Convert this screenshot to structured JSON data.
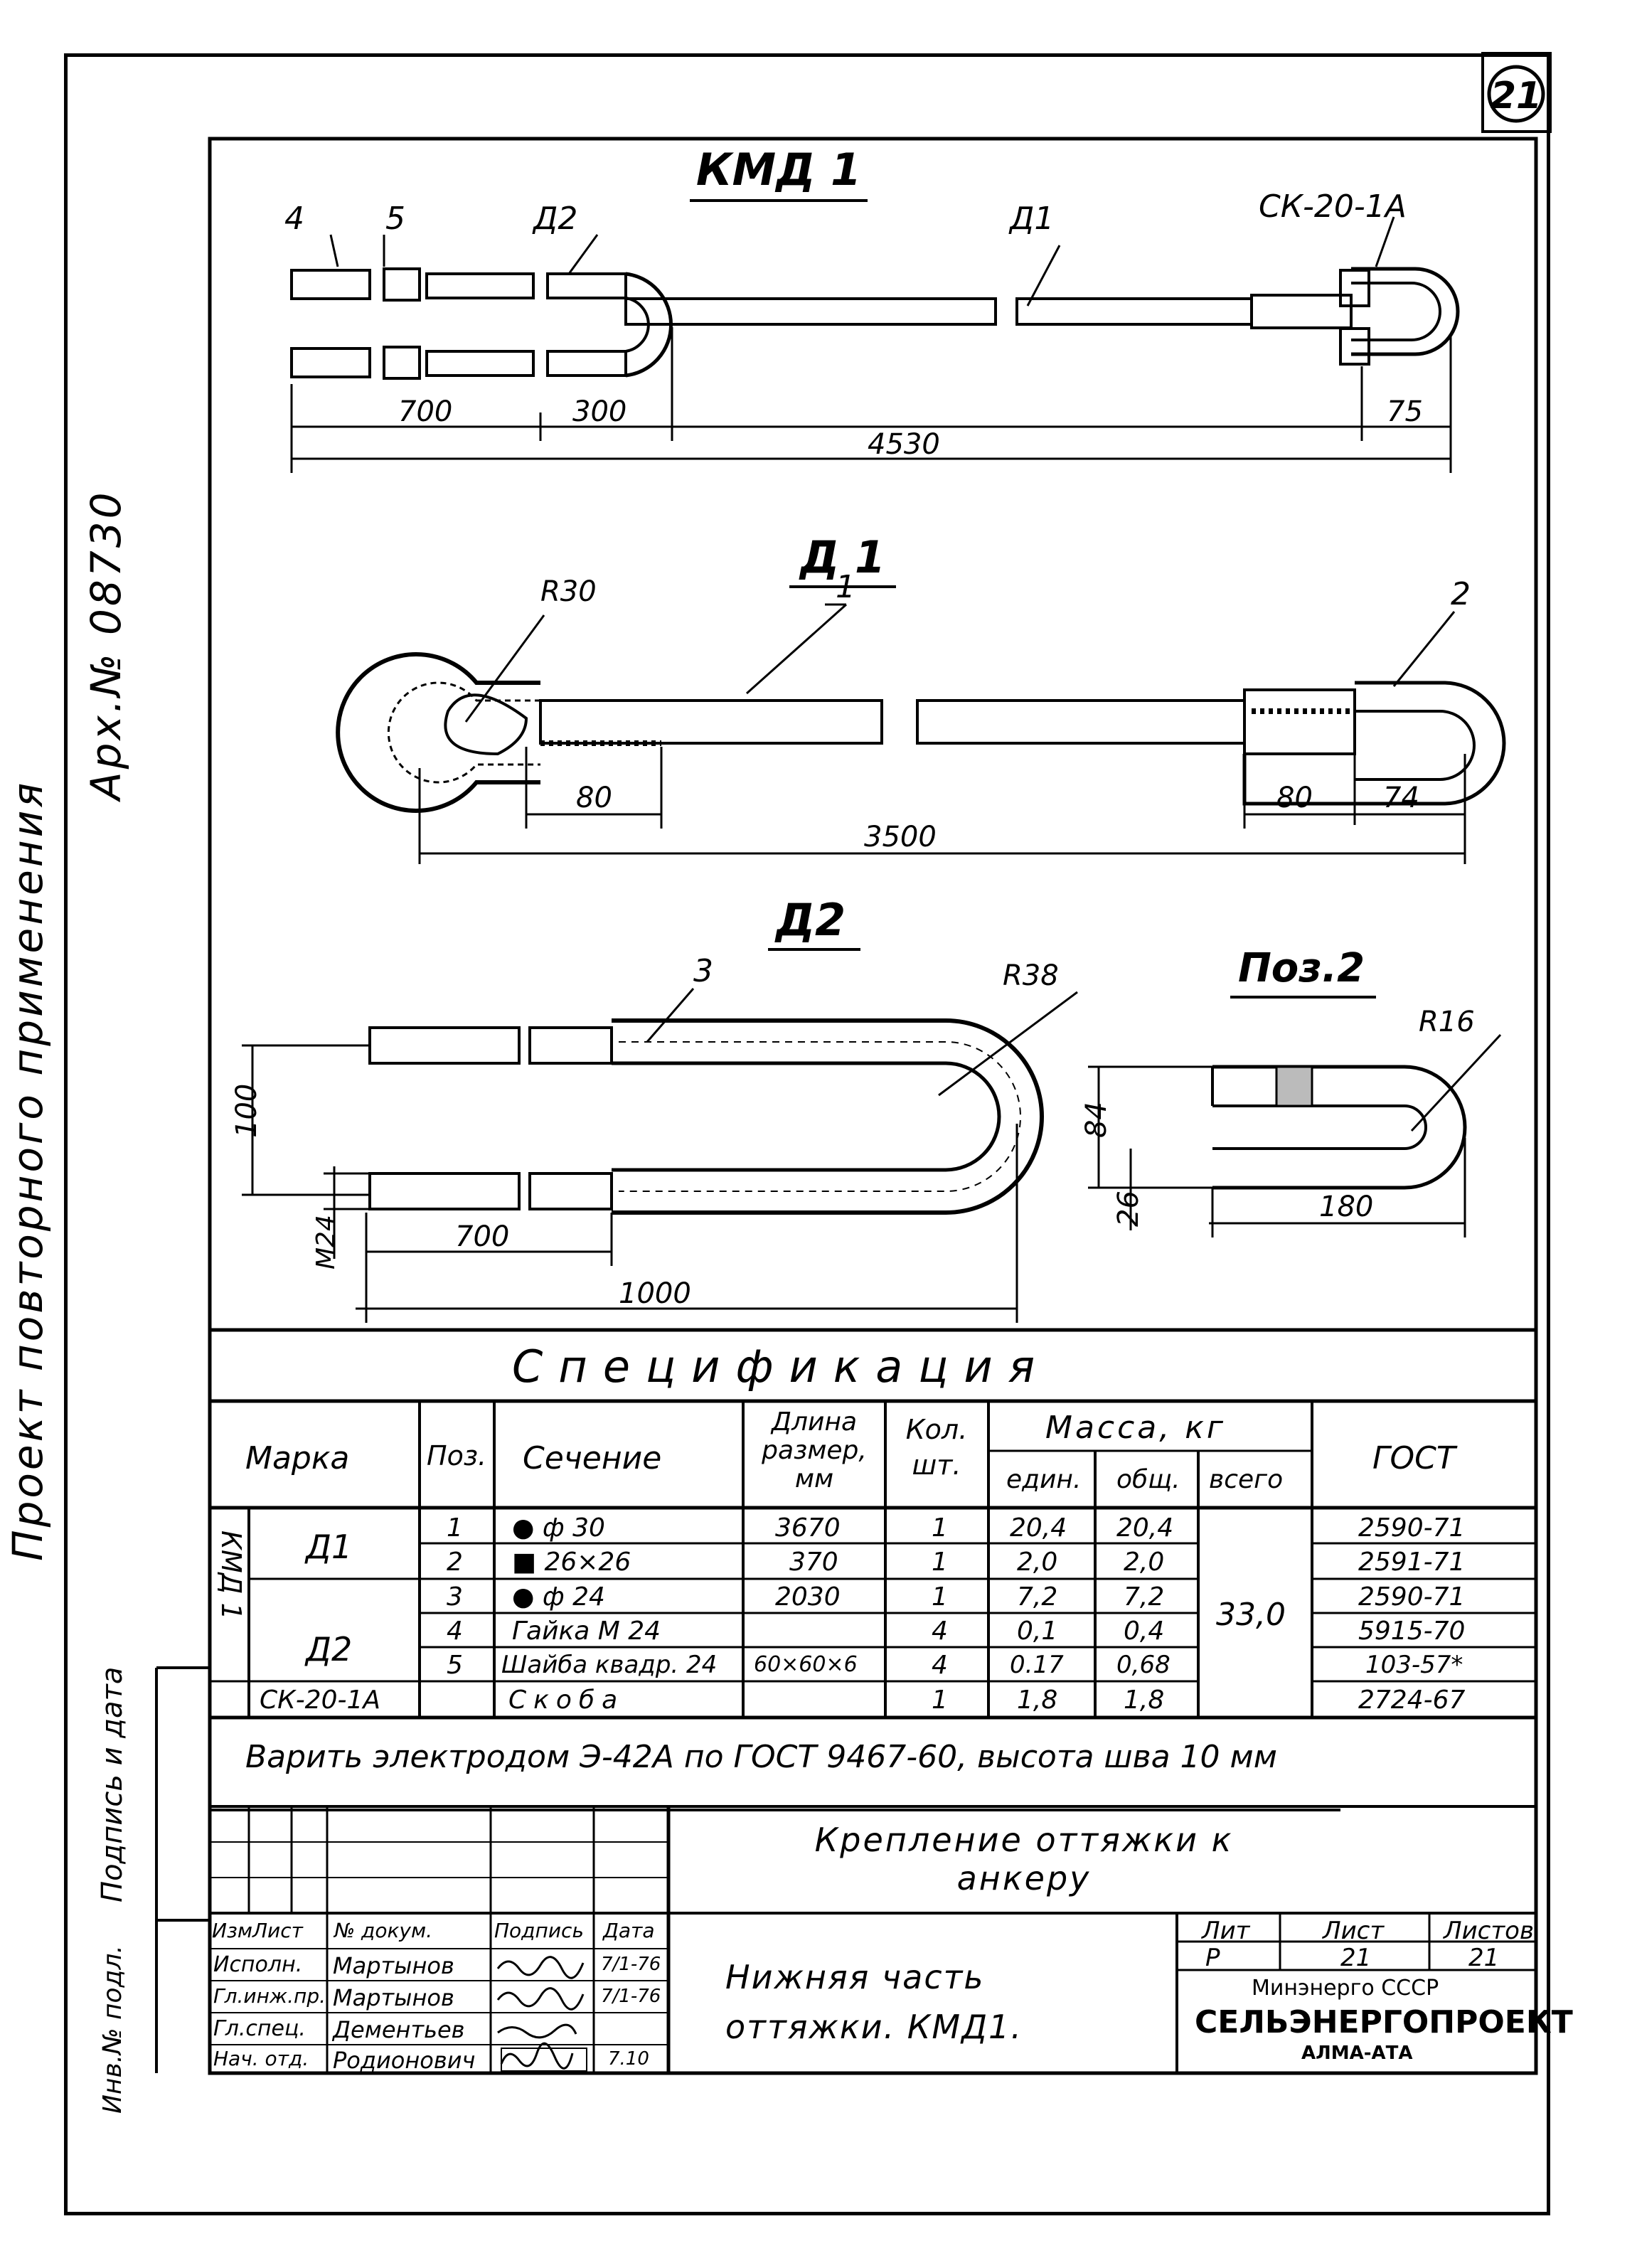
{
  "sheet_badge": "21",
  "side_text": {
    "project": "Проект   повторного   применения",
    "archive": "Арх.№ 08730"
  },
  "kmd1": {
    "title": "КМД 1",
    "labels": {
      "pos4": "4",
      "pos5": "5",
      "d2": "Д2",
      "d1": "Д1",
      "sk": "СК-20-1А"
    },
    "dims": {
      "d700": "700",
      "d300": "300",
      "d75": "75",
      "d4530": "4530"
    }
  },
  "d1": {
    "title": "Д 1",
    "labels": {
      "r30": "R30",
      "pos1": "1",
      "pos2": "2"
    },
    "dims": {
      "d80a": "80",
      "d3500": "3500",
      "d80b": "80",
      "d74": "74"
    }
  },
  "d2": {
    "title": "Д2",
    "labels": {
      "pos3": "3",
      "r38": "R38"
    },
    "dims": {
      "d100": "100",
      "m24": "М24",
      "d700": "700",
      "d1000": "1000"
    }
  },
  "poz2": {
    "title": "Поз.2",
    "labels": {
      "r16": "R16"
    },
    "dims": {
      "d84": "84",
      "d26": "26",
      "d180": "180"
    }
  },
  "spec": {
    "title": "Спецификация",
    "headers": {
      "marka": "Марка",
      "poz": "Поз.",
      "section": "Сечение",
      "length": "Длина размер, мм",
      "qty": "Кол. шт.",
      "mass": "Масса, кг",
      "unit": "един.",
      "total": "общ.",
      "all": "всего",
      "gost": "ГОСТ"
    },
    "group": "КМД 1",
    "marks": {
      "d1": "Д1",
      "d2": "Д2"
    },
    "rows": [
      {
        "poz": "1",
        "section": "● ф 30",
        "length": "3670",
        "qty": "1",
        "unit": "20,4",
        "total": "20,4",
        "gost": "2590-71"
      },
      {
        "poz": "2",
        "section": "■ 26×26",
        "length": "370",
        "qty": "1",
        "unit": "2,0",
        "total": "2,0",
        "gost": "2591-71"
      },
      {
        "poz": "3",
        "section": "● ф 24",
        "length": "2030",
        "qty": "1",
        "unit": "7,2",
        "total": "7,2",
        "gost": "2590-71"
      },
      {
        "poz": "4",
        "section": "Гайка М 24",
        "length": "",
        "qty": "4",
        "unit": "0,1",
        "total": "0,4",
        "gost": "5915-70"
      },
      {
        "poz": "5",
        "section": "Шайба квадр. 24",
        "length": "60×60×6",
        "qty": "4",
        "unit": "0.17",
        "total": "0,68",
        "gost": "103-57*"
      },
      {
        "marka": "СК-20-1А",
        "poz": "",
        "section": "Скоба",
        "length": "",
        "qty": "1",
        "unit": "1,8",
        "total": "1,8",
        "gost": "2724-67"
      }
    ],
    "mass_all": "33,0",
    "note": "Варить электродом Э-42А по ГОСТ 9467-60, высота шва 10 мм"
  },
  "title_block": {
    "sign_date": "Подпись и дата",
    "inv_no": "Инв.№ подл.",
    "title": "Крепление оттяжки к анкеру",
    "sheet_name": "Нижняя часть оттяжки. КМД1.",
    "cols": [
      "Изм",
      "Лист",
      "№ докум.",
      "Подпись",
      "Дата"
    ],
    "people": [
      {
        "role": "Исполн.",
        "name": "Мартынов",
        "date": "7/1-76"
      },
      {
        "role": "Гл.инж.пр.",
        "name": "Мартынов",
        "date": "7/1-76"
      },
      {
        "role": "Гл.спец.",
        "name": "Дементьев",
        "date": ""
      },
      {
        "role": "Нач. отд.",
        "name": "Родионович",
        "date": "7.10"
      }
    ],
    "lit_hdr": "Лит",
    "list_hdr": "Лист",
    "lists_hdr": "Листов",
    "lit": "Р",
    "list": "21",
    "lists": "21",
    "org1": "Минэнерго СССР",
    "org2": "СЕЛЬЭНЕРГОПРОЕКТ",
    "org3": "АЛМА-АТА"
  }
}
